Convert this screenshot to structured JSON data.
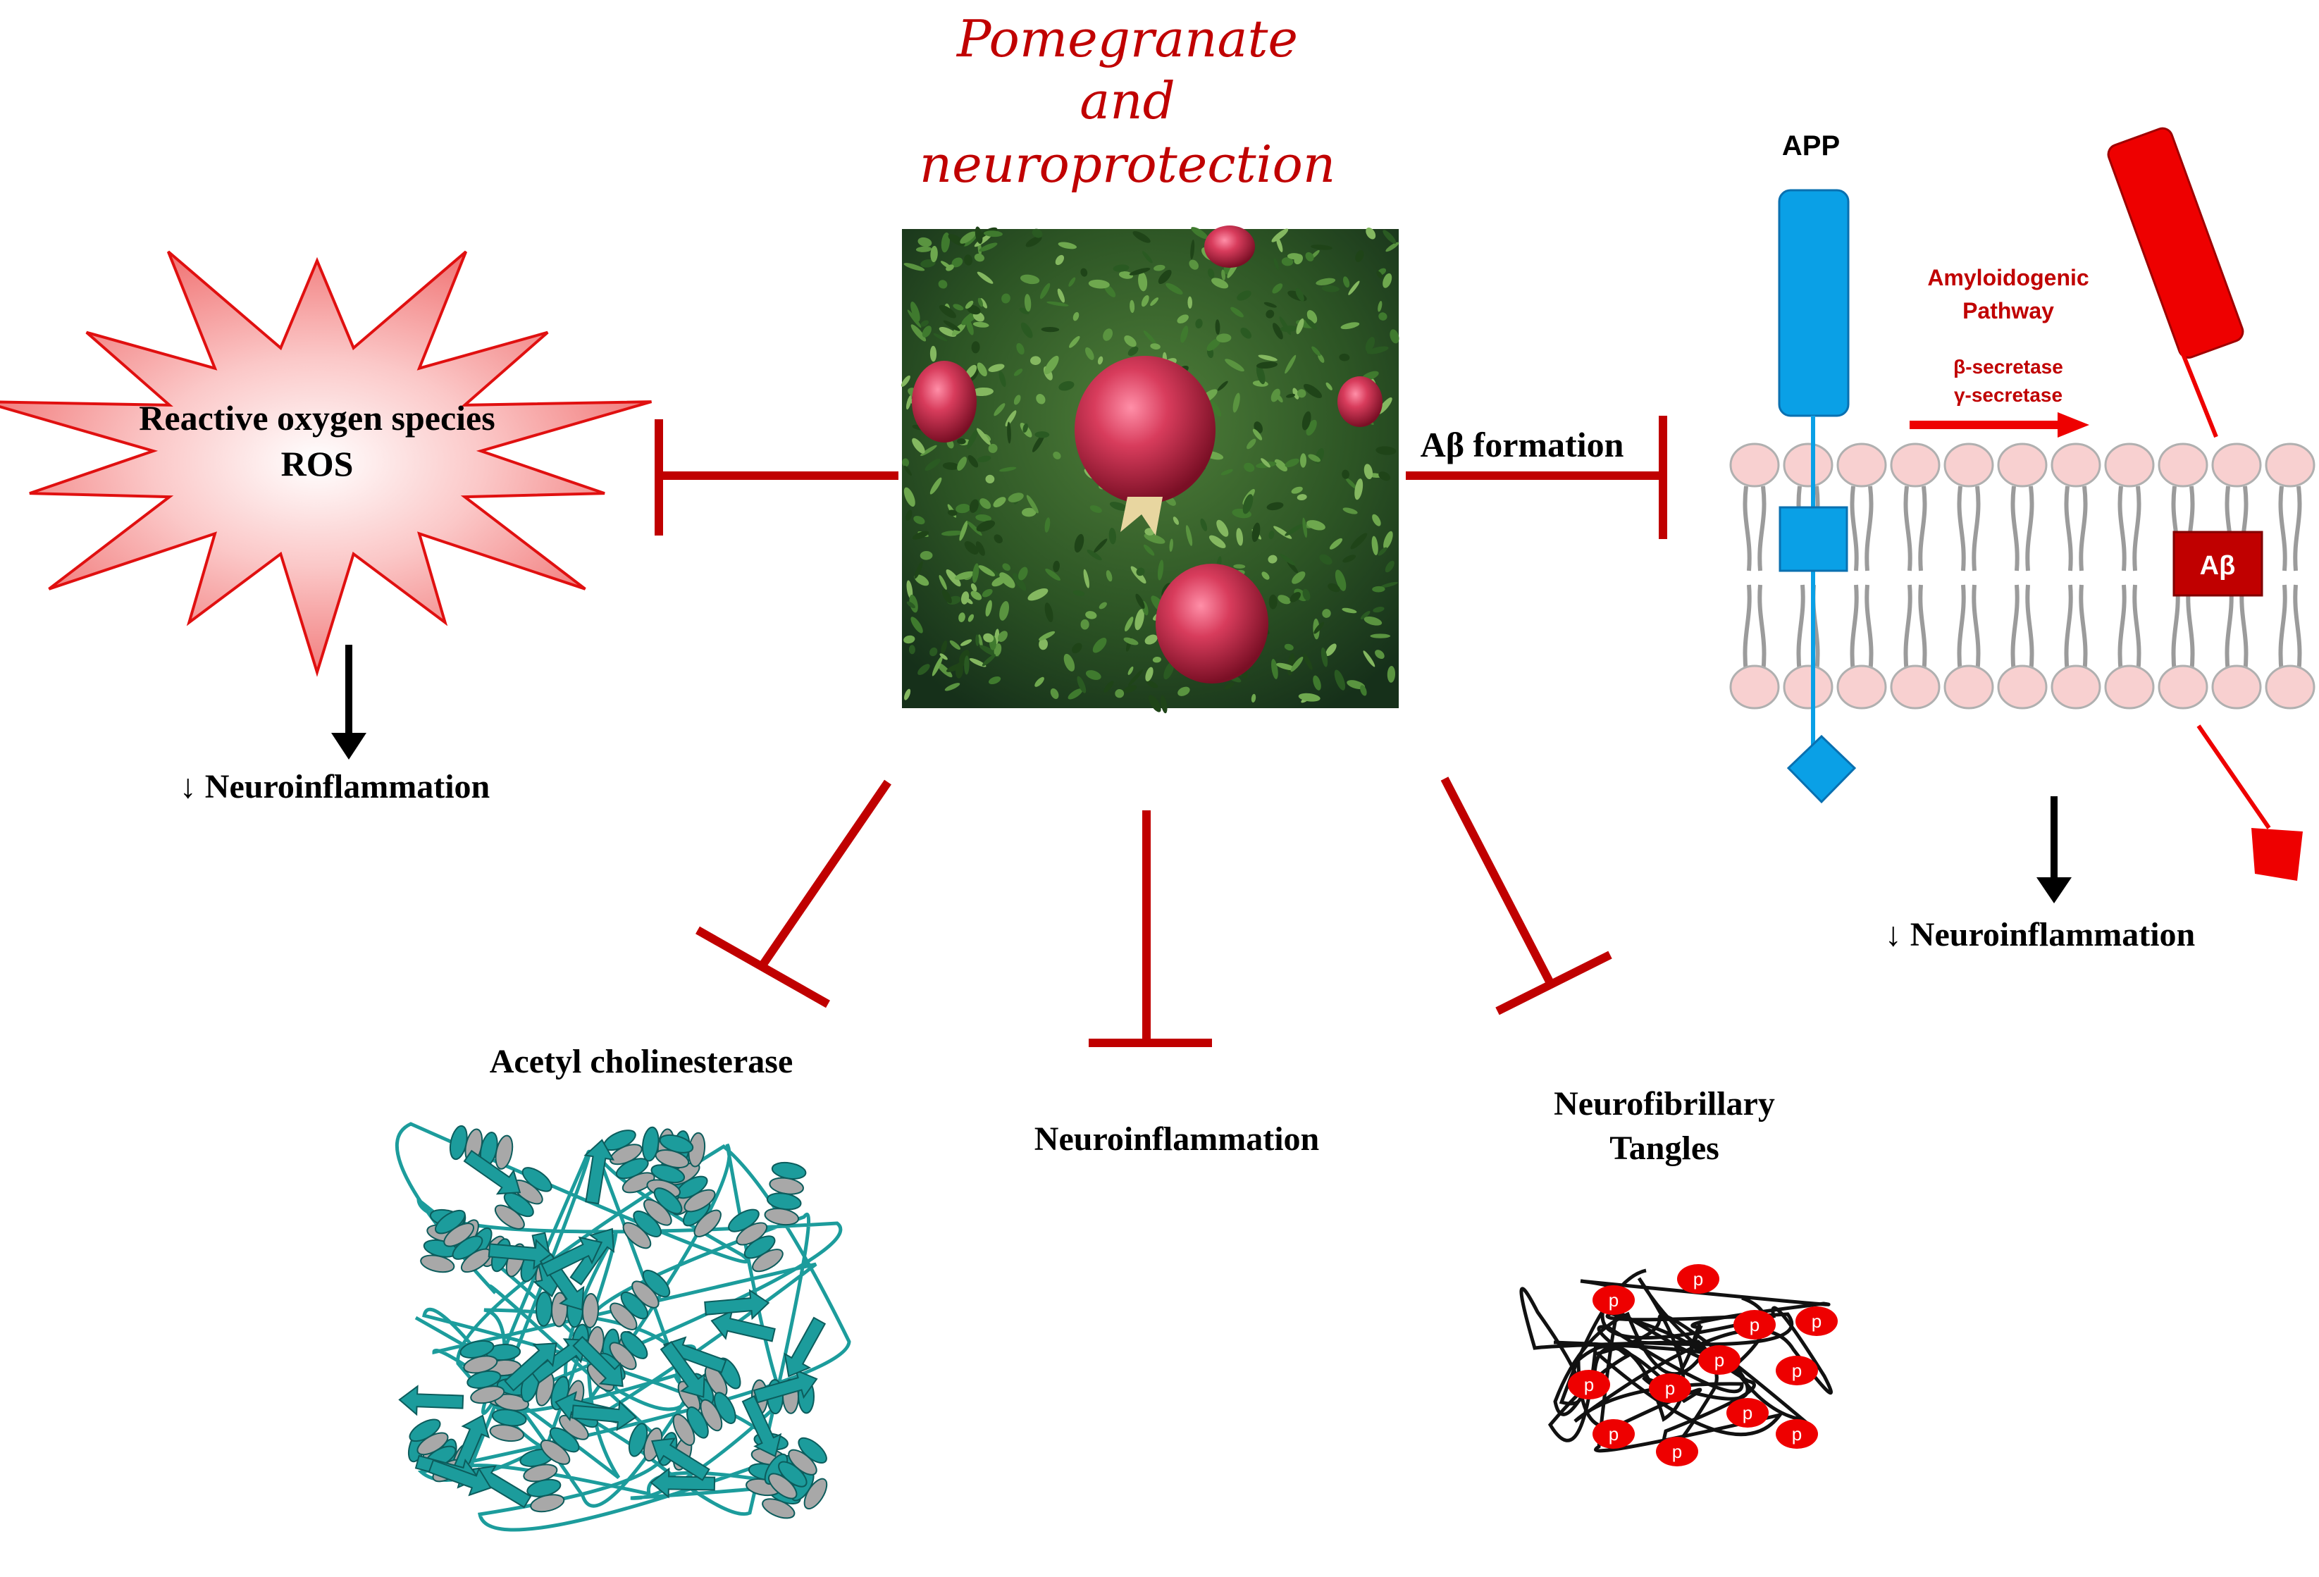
{
  "title": {
    "line1": "Pomegranate",
    "line2": "and",
    "line3": "neuroprotection"
  },
  "ros": {
    "line1": "Reactive oxygen species",
    "line2": "ROS",
    "effect": "↓ Neuroinflammation"
  },
  "abeta_formation": "Aβ formation",
  "app_diagram": {
    "app_label": "APP",
    "pathway_line1": "Amyloidogenic",
    "pathway_line2": "Pathway",
    "enzyme1": "β-secretase",
    "enzyme2": "γ-secretase",
    "abeta_box": "Aβ",
    "effect": "↓ Neuroinflammation"
  },
  "targets": {
    "ache": "Acetyl cholinesterase",
    "neuroinflammation": "Neuroinflammation",
    "nft_line1": "Neurofibrillary",
    "nft_line2": "Tangles",
    "phospho_label": "p"
  },
  "colors": {
    "title": "#c00000",
    "inhibit": "#c00000",
    "app_blue": "#0aa0e6",
    "abeta_red": "#ee0000",
    "abeta_box": "#c00000",
    "membrane_head": "#f8d0d0",
    "membrane_tail": "#9b9b9b",
    "protein_teal": "#1c9c9c",
    "ros_fill": "#f8a8a8"
  }
}
